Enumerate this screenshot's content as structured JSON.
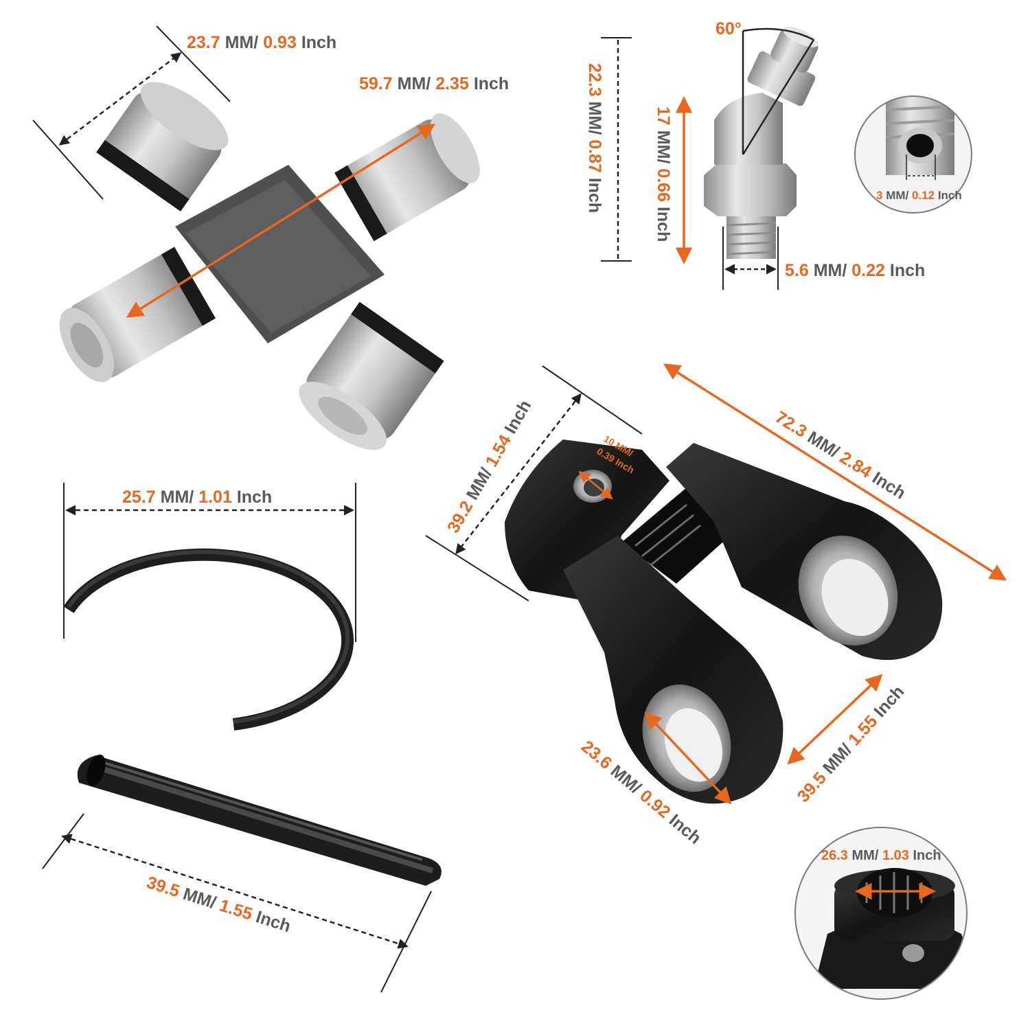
{
  "colors": {
    "accent": "#e8671e",
    "text": "#5a5a5a",
    "steel": "#b9b9b9",
    "black_part": "#161616"
  },
  "unit_mm": "MM/",
  "unit_in": "Inch",
  "dimensions": {
    "cap_diameter": {
      "mm": "23.7",
      "inch": "0.93"
    },
    "cross_span": {
      "mm": "59.7",
      "inch": "2.35"
    },
    "fitting_angle": "60°",
    "fitting_total": {
      "mm": "22.3",
      "inch": "0.87"
    },
    "fitting_body": {
      "mm": "17",
      "inch": "0.66"
    },
    "fitting_hole": {
      "mm": "3",
      "inch": "0.12"
    },
    "fitting_thread": {
      "mm": "5.6",
      "inch": "0.22"
    },
    "ring_diameter": {
      "mm": "25.7",
      "inch": "1.01"
    },
    "yoke_length": {
      "mm": "72.3",
      "inch": "2.84"
    },
    "yoke_hub": {
      "mm": "39.2",
      "inch": "1.54"
    },
    "yoke_pin_hole": {
      "mm": "10 MM/",
      "inch": "0.39 Inch"
    },
    "yoke_ear_hole": {
      "mm": "23.6",
      "inch": "0.92"
    },
    "yoke_ear_span": {
      "mm": "39.5",
      "inch": "1.55"
    },
    "spline_bore": {
      "mm": "26.3",
      "inch": "1.03"
    },
    "roll_pin_length": {
      "mm": "39.5",
      "inch": "1.55"
    }
  }
}
